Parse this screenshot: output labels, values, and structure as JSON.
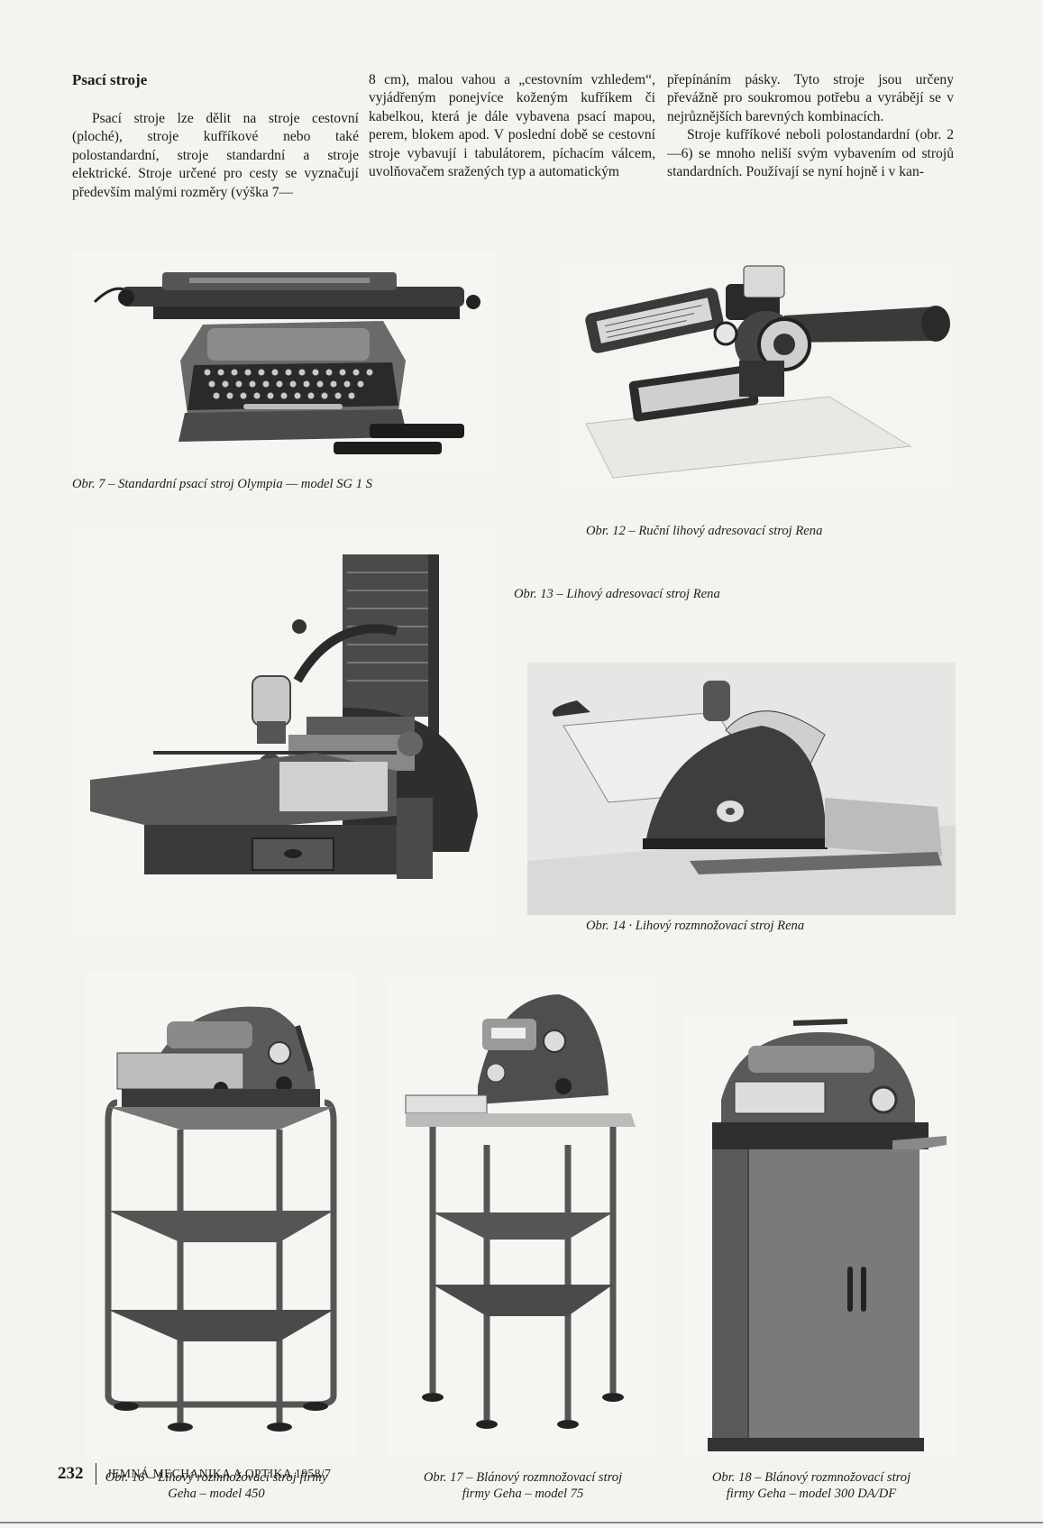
{
  "article": {
    "heading": "Psací stroje",
    "col1": "Psací stroje lze dělit na stroje cestovní (ploché), stroje kufříkové nebo také polostandardní, stroje standardní a stroje elektrické. Stroje určené pro cesty se vyznačují především malými rozměry (výška 7—",
    "col2": "8 cm), malou vahou a „cestovním vzhledem“, vyjádřeným ponejvíce koženým kufříkem či kabelkou, která je dále vybavena psací mapou, perem, blokem apod. V poslední době se cestovní stroje vybavují i tabulátorem, píchacím válcem, uvolňovačem sražených typ a automatickým",
    "col3a": "přepínáním pásky. Tyto stroje jsou určeny převážně pro soukromou potřebu a vyrábějí se v nejrůznějších barevných kombinacích.",
    "col3b": "Stroje kufříkové neboli polostandardní (obr. 2—6) se mnoho neliší svým vybavením od strojů standardních. Používají se nyní hojně i v kan-"
  },
  "figures": {
    "fig7": "Obr. 7 – Standardní psací stroj Olympia — model SG 1 S",
    "fig12": "Obr. 12 – Ruční lihový adresovací stroj Rena",
    "fig13": "Obr. 13 – Lihový adresovací stroj Rena",
    "fig14": "Obr. 14 · Lihový rozmnožovací stroj Rena",
    "fig16a": "Obr. 16 – Lihový rozmnožovací stroj firmy",
    "fig16b": "Geha – model 450",
    "fig17a": "Obr. 17 – Blánový rozmnožovací stroj",
    "fig17b": "firmy Geha – model 75",
    "fig18a": "Obr. 18 – Blánový rozmnožovací stroj",
    "fig18b": "firmy Geha – model 300 DA/DF"
  },
  "footer": {
    "page_number": "232",
    "journal": "JEMNÁ MECHANIKA A OPTIKA 1958/7"
  }
}
